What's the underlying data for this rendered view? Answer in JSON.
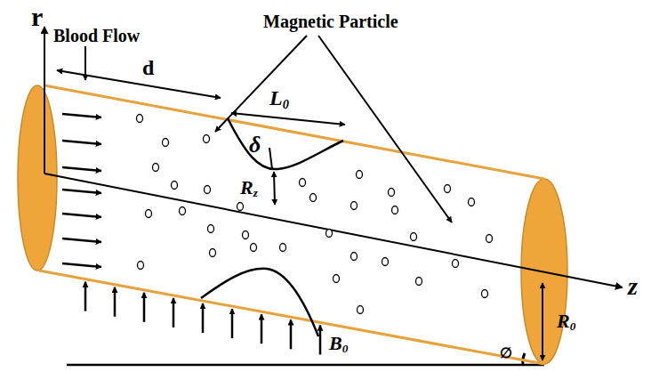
{
  "diagram": {
    "labels": [
      "r",
      "Blood Flow",
      "d",
      "Magnetic Particle",
      "L0",
      "δ",
      "Rz",
      "z",
      "R0",
      "B0",
      "∅"
    ]
  }
}
